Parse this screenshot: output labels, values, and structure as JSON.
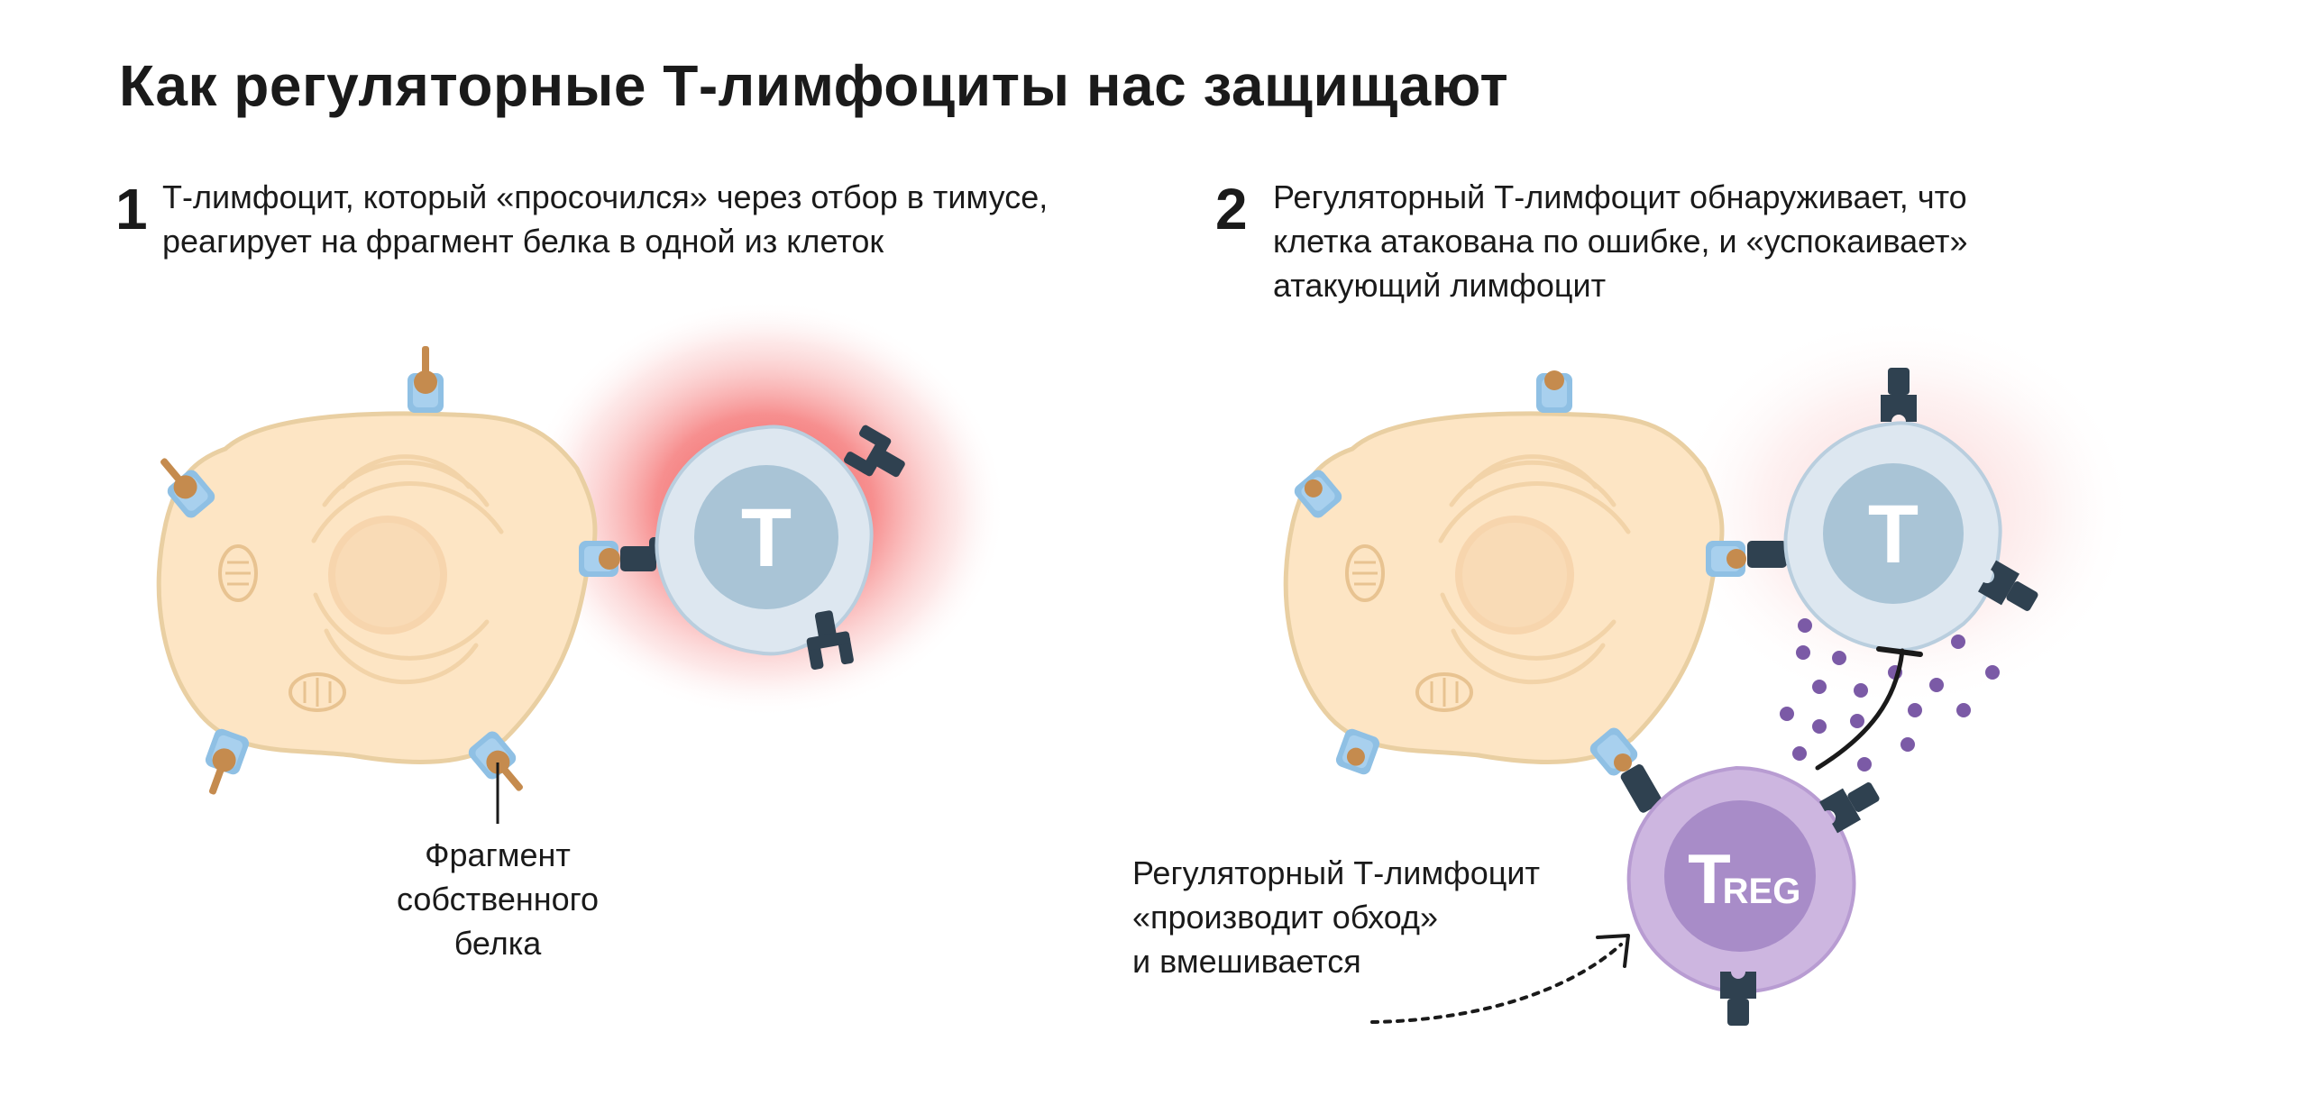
{
  "title": "Как регуляторные Т-лимфоциты нас защищают",
  "steps": [
    {
      "number": "1",
      "lines": [
        "Т-лимфоцит, который «просочился» через отбор в тимусе,",
        "реагирует на фрагмент белка в одной из клеток"
      ]
    },
    {
      "number": "2",
      "lines": [
        "Регуляторный Т-лимфоцит обнаруживает, что",
        "клетка атакована по ошибке, и «успокаивает»",
        "атакующий лимфоцит"
      ]
    }
  ],
  "labels": {
    "self_protein": [
      "Фрагмент",
      "собственного",
      "белка"
    ],
    "treg_bypass": [
      "Регуляторный Т-лимфоцит",
      "«производит обход»",
      "и вмешивается"
    ]
  },
  "cells": {
    "t_cell_letter": "T",
    "treg_letter": "T",
    "treg_subscript": "REG"
  },
  "colors": {
    "body_cell_fill": "#fde5c4",
    "body_cell_stroke": "#e9cfa2",
    "t_cell_outer": "#dde7f0",
    "t_cell_inner": "#a9c4d6",
    "treg_outer": "#cdb6e0",
    "treg_inner": "#a88cc8",
    "receptor_dark": "#2f4150",
    "mhc_blue": "#8fc0e4",
    "peptide_brown": "#c58b4e",
    "glow_red": "#f26a6a",
    "signal_dots": "#7b5aa6"
  }
}
